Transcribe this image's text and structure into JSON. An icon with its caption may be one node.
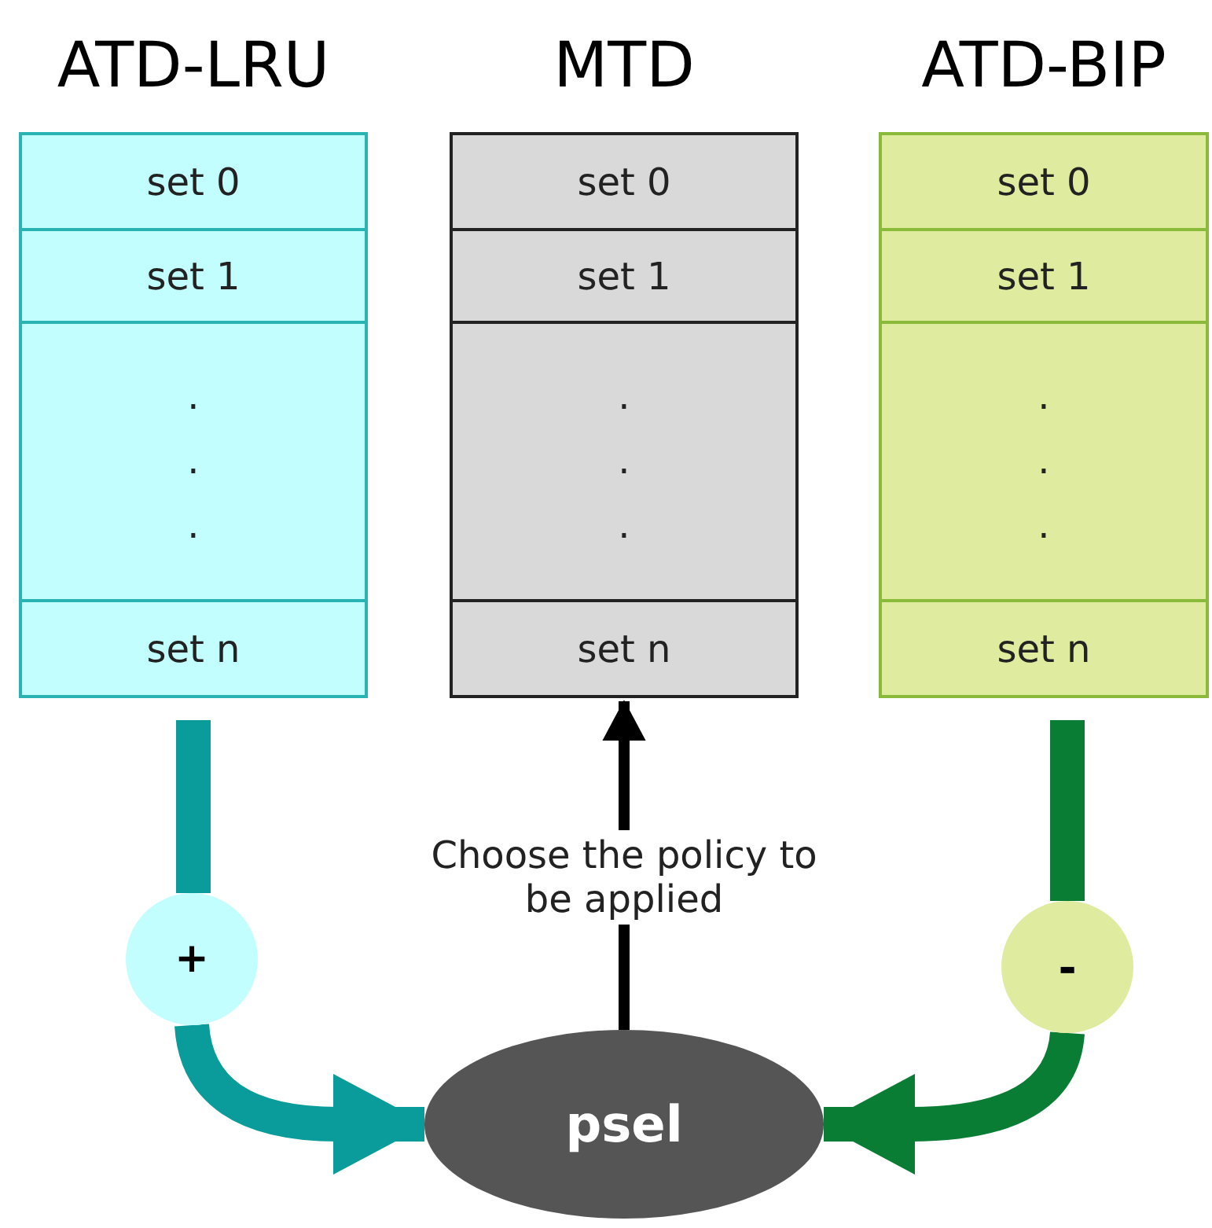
{
  "diagram": {
    "nodes": [
      {
        "text": [
          "ATD-LRU"
        ]
      },
      {
        "text": [
          "set 0"
        ],
        "in": 0
      },
      {
        "text": [
          "set 1"
        ],
        "in": 0
      },
      {
        "text": [
          ". . ."
        ],
        "in": 0
      },
      {
        "text": [
          "set n"
        ],
        "in": 0
      },
      {
        "text": [
          "MTD"
        ]
      },
      {
        "text": [
          "set 0"
        ],
        "in": 5
      },
      {
        "text": [
          "set 1"
        ],
        "in": 5
      },
      {
        "text": [
          ". . ."
        ],
        "in": 5
      },
      {
        "text": [
          "set n"
        ],
        "in": 5
      },
      {
        "text": [
          "ATD-BIP"
        ]
      },
      {
        "text": [
          "set 0"
        ],
        "in": 10
      },
      {
        "text": [
          "set 1"
        ],
        "in": 10
      },
      {
        "text": [
          ". . ."
        ],
        "in": 10
      },
      {
        "text": [
          "set n"
        ],
        "in": 10
      },
      {
        "text": [
          "+"
        ]
      },
      {
        "text": [
          "-"
        ]
      },
      {
        "text": [
          "psel"
        ]
      }
    ],
    "edges": [
      {
        "from": 0,
        "to": 15,
        "arrow": "none",
        "color": "#0a9b9b"
      },
      {
        "from": 15,
        "to": 17,
        "arrow": "to",
        "color": "#0a9b9b"
      },
      {
        "from": 10,
        "to": 16,
        "arrow": "none",
        "color": "#0a7d34"
      },
      {
        "from": 16,
        "to": 17,
        "arrow": "to",
        "color": "#0a7d34"
      },
      {
        "from": 17,
        "to": 5,
        "arrow": "to",
        "label": "Choose the policy to be applied",
        "color": "#000000"
      }
    ]
  }
}
